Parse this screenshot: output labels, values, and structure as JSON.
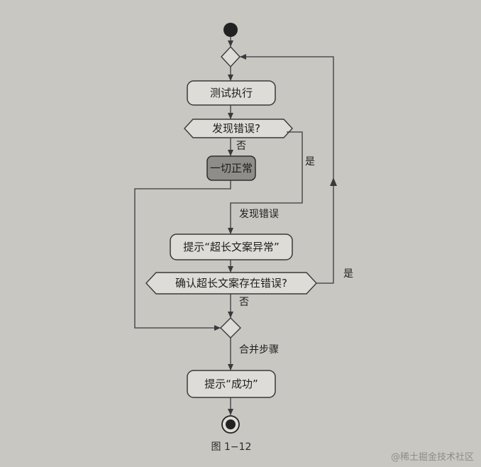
{
  "nodes": {
    "test_execute": "测试执行",
    "found_error_q": "发现错误?",
    "all_normal": "一切正常",
    "prompt_long": "提示“超长文案异常”",
    "confirm_q": "确认超长文案存在错误?",
    "prompt_success": "提示“成功”"
  },
  "edges": {
    "no_1": "否",
    "yes_1": "是",
    "found_error": "发现错误",
    "yes_2": "是",
    "no_2": "否",
    "merge_steps": "合并步骤"
  },
  "caption": "图 1−12",
  "watermark": "@稀土掘金技术社区"
}
